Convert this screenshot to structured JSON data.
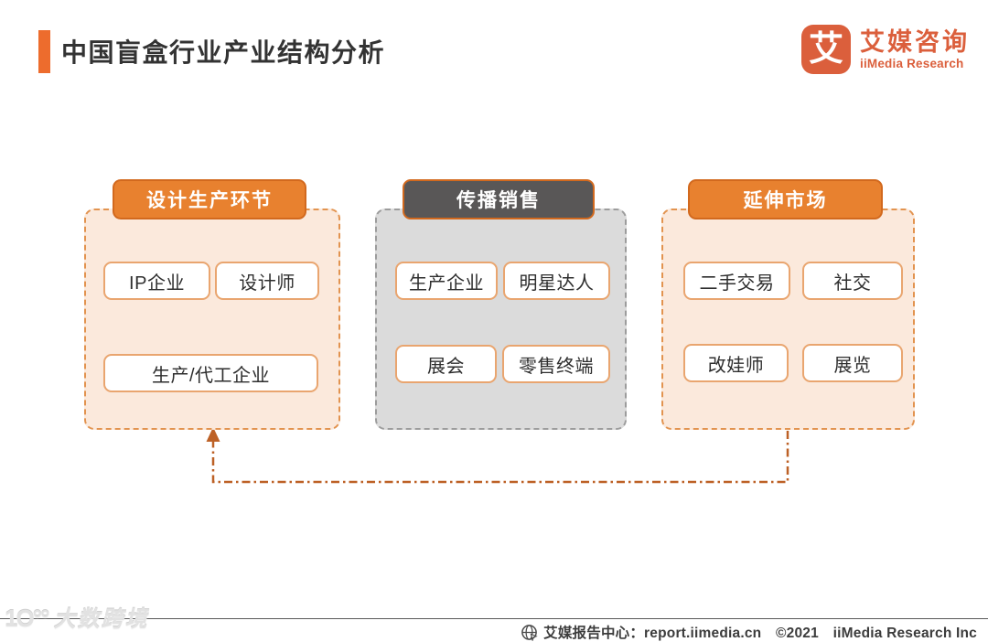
{
  "header": {
    "title": "中国盲盒行业产业结构分析",
    "logo": {
      "glyph": "艾",
      "name_cn": "艾媒咨询",
      "name_en": "iiMedia Research"
    }
  },
  "panels": [
    {
      "header": "设计生产环节",
      "theme": "orange",
      "items": [
        "IP企业",
        "设计师",
        "生产/代工企业"
      ]
    },
    {
      "header": "传播销售",
      "theme": "gray",
      "items": [
        "生产企业",
        "明星达人",
        "展会",
        "零售终端"
      ]
    },
    {
      "header": "延伸市场",
      "theme": "orange",
      "items": [
        "二手交易",
        "社交",
        "改娃师",
        "展览"
      ]
    }
  ],
  "footer": {
    "watermark_logo": "1O°°",
    "watermark": "大数跨境",
    "source": "艾媒报告中心：report.iimedia.cn　©2021　iiMedia Research Inc"
  },
  "colors": {
    "accent_orange": "#ED6C2D",
    "logo_orange": "#DB5F3C",
    "badge_orange": "#E8812F",
    "badge_dark_gray": "#595757",
    "panel_peach": "#FBE9DC",
    "panel_gray": "#DBDBDB",
    "item_border": "#E9A56F",
    "arrow_orange": "#BD6126"
  }
}
